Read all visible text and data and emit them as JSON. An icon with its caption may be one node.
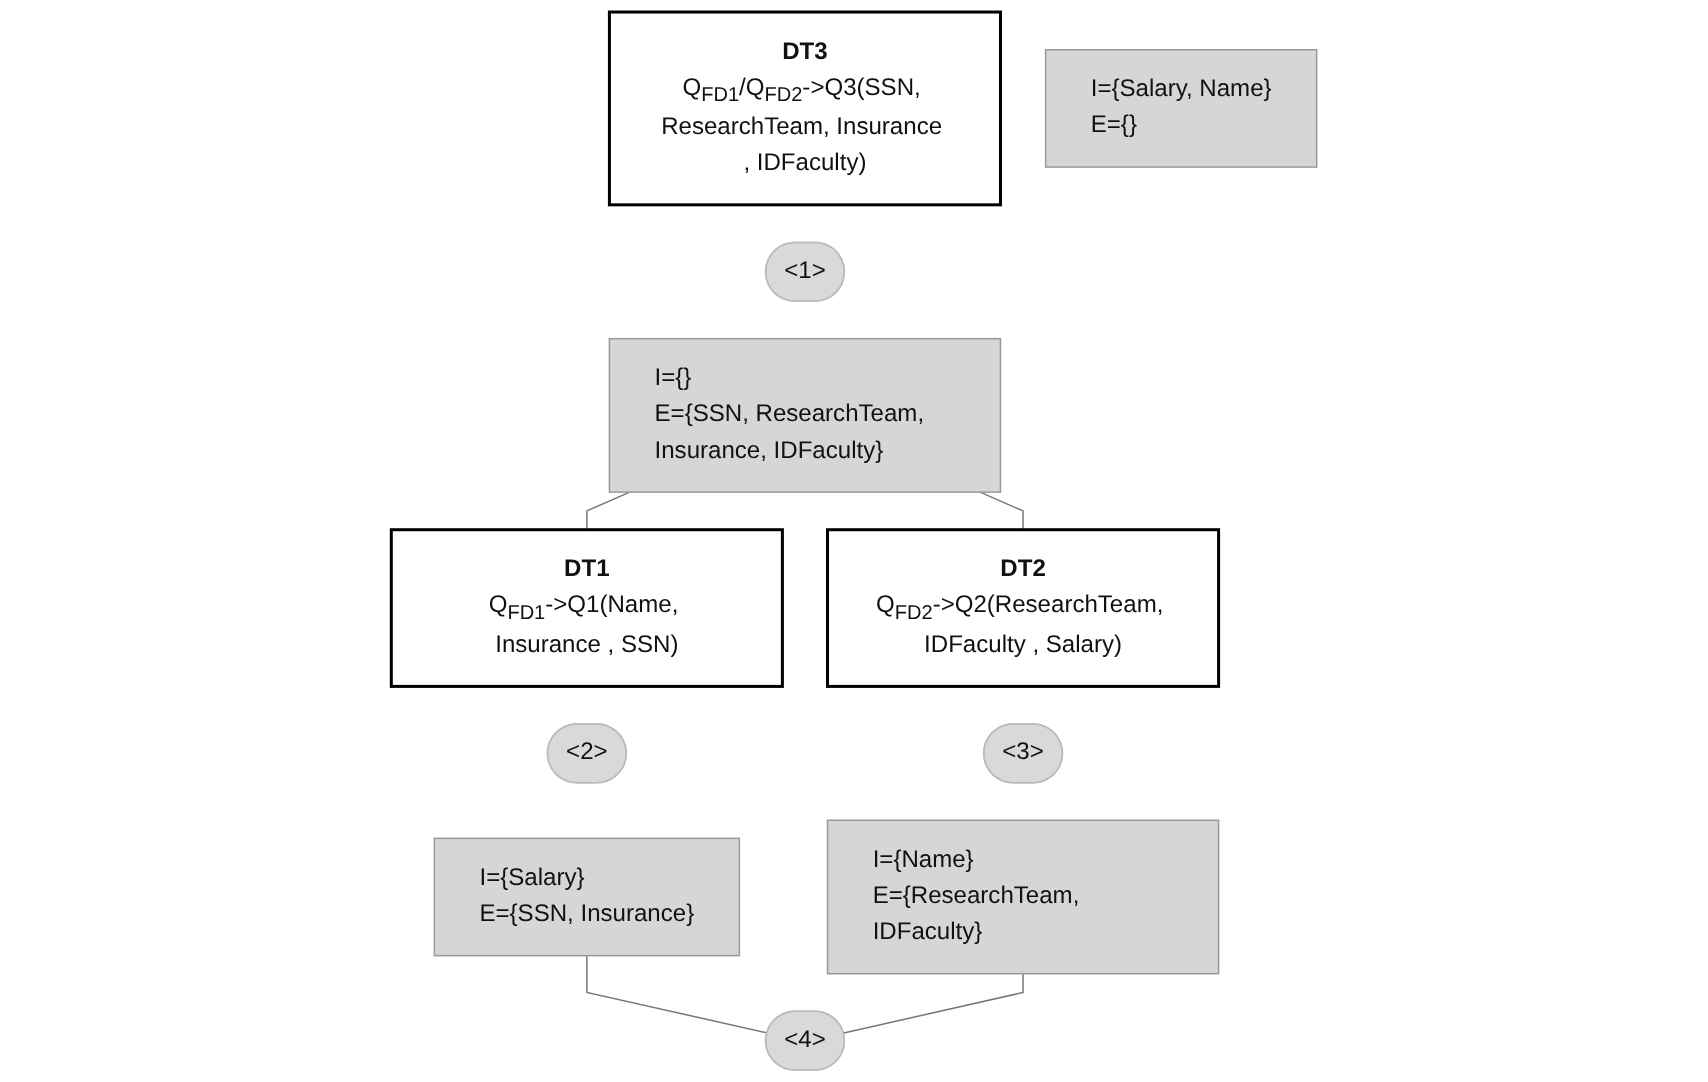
{
  "diagram": {
    "nodes": [
      {
        "text": [
          "DT3",
          "Q$_{FD1}$/Q$_{FD2}$->Q3(SSN, ResearchTeam, Insurance , IDFaculty)"
        ]
      },
      {
        "text": [
          "<1>"
        ]
      },
      {
        "text": [
          "I={}",
          "E={SSN, ResearchTeam, Insurance, IDFaculty}"
        ]
      },
      {
        "text": [
          "DT1",
          "Q$_{FD1}$->Q1(Name, Insurance , SSN)"
        ]
      },
      {
        "text": [
          "<2>"
        ]
      },
      {
        "text": [
          "I={Salary}",
          "E={SSN, Insurance}"
        ]
      },
      {
        "text": [
          "DT2",
          "Q$_{FD2}$->Q2(ResearchTeam, IDFaculty , Salary)"
        ]
      },
      {
        "text": [
          "<3>"
        ]
      },
      {
        "text": [
          "I={Name}",
          "E={ResearchTeam, IDFaculty}"
        ]
      },
      {
        "text": [
          "<4>"
        ]
      },
      {
        "text": [
          "I={Salary, Name}",
          "E={}"
        ]
      }
    ],
    "edges": [
      {
        "from": 2,
        "to": 3,
        "arrow": "none"
      },
      {
        "from": 2,
        "to": 6,
        "arrow": "none"
      },
      {
        "from": 5,
        "to": 9,
        "arrow": "none"
      },
      {
        "from": 8,
        "to": 9,
        "arrow": "none"
      }
    ]
  }
}
